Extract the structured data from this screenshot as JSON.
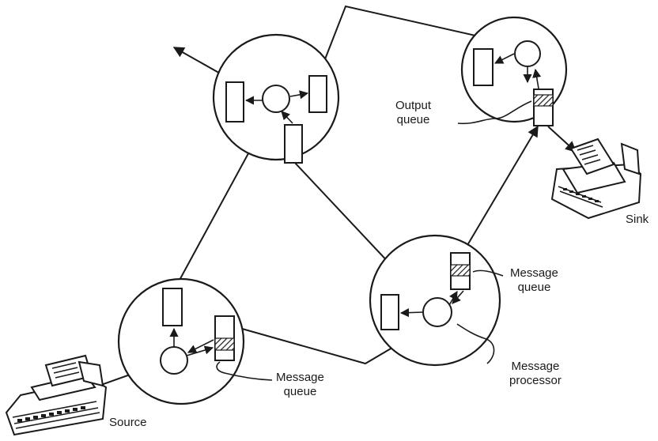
{
  "labels": {
    "output_queue": [
      "Output",
      "queue"
    ],
    "sink": "Sink",
    "message_queue_right": [
      "Message",
      "queue"
    ],
    "message_processor": [
      "Message",
      "processor"
    ],
    "message_queue_left": [
      "Message",
      "queue"
    ],
    "source": "Source"
  },
  "icons": {
    "source_terminal": "teletype-terminal-icon",
    "sink_terminal": "teletype-terminal-icon"
  }
}
